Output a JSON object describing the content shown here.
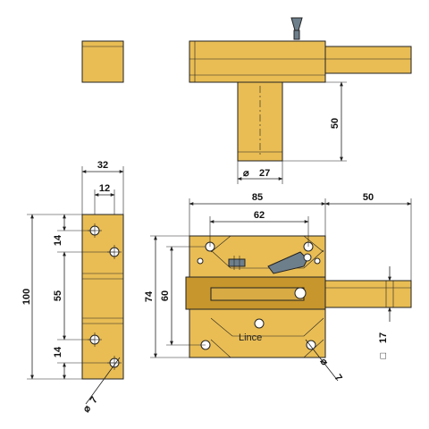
{
  "colors": {
    "brass_light": "#e9bd54",
    "brass_dark": "#c7962c",
    "outline": "#222222",
    "knob": "#6e7f8c",
    "background": "#ffffff"
  },
  "dimensions": {
    "plate_width": "32",
    "hole_spacing_x": "12",
    "plate_height": "100",
    "top_margin": "14",
    "middle_span": "55",
    "bottom_margin": "14",
    "hole_diameter_left": "7",
    "bolt_height": "50",
    "bolt_diameter": "27",
    "body_width": "85",
    "bolt_extension": "50",
    "holes_spacing_x": "62",
    "body_height": "74",
    "holes_spacing_y": "60",
    "bolt_section": "17",
    "hole_diameter_right": "7"
  },
  "symbols": {
    "diameter": "⌀",
    "square": "□"
  },
  "brand": "Lince"
}
